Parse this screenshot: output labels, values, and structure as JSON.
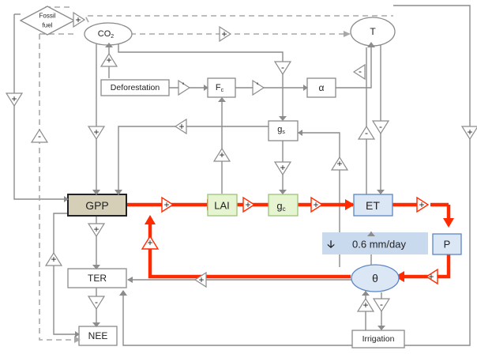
{
  "nodes": {
    "fossil_fuel_line1": "Fossil",
    "fossil_fuel_line2": "fuel",
    "co2": "CO",
    "co2_sub": "2",
    "temperature": "T",
    "deforestation": "Deforestation",
    "fc": "F",
    "fc_sub": "c",
    "albedo": "α",
    "gs": "g",
    "gs_sub": "s",
    "gpp": "GPP",
    "lai": "LAI",
    "gc": "g",
    "gc_sub": "c",
    "et": "ET",
    "precip": "P",
    "soil_moisture": "θ",
    "ter": "TER",
    "nee": "NEE",
    "irrigation": "Irrigation"
  },
  "annotation": {
    "arrow": "🡣",
    "text": "0.6 mm/day"
  },
  "signs": {
    "plus": "+",
    "minus": "-",
    "prime": "'"
  },
  "colors": {
    "feedback_loop": "#ff2a00",
    "gpp_fill": "#d6cfb7",
    "vegetation_fill": "#e6f4d2",
    "water_fill": "#dce7f5",
    "annotation_fill": "#c9d9ee"
  }
}
